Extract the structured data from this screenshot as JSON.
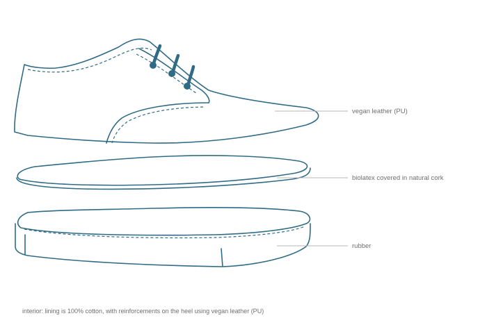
{
  "components": [
    {
      "id": "upper",
      "label": "vegan leather (PU)"
    },
    {
      "id": "insole",
      "label": "biolatex covered in natural cork"
    },
    {
      "id": "sole",
      "label": "rubber"
    }
  ],
  "footnote": "interior: lining is 100% cotton, with reinforcements on the heel using vegan leather (PU)",
  "colors": {
    "outline": "#2f6b85",
    "leader_line": "#b7b7b7",
    "text": "#6f6f6f"
  }
}
